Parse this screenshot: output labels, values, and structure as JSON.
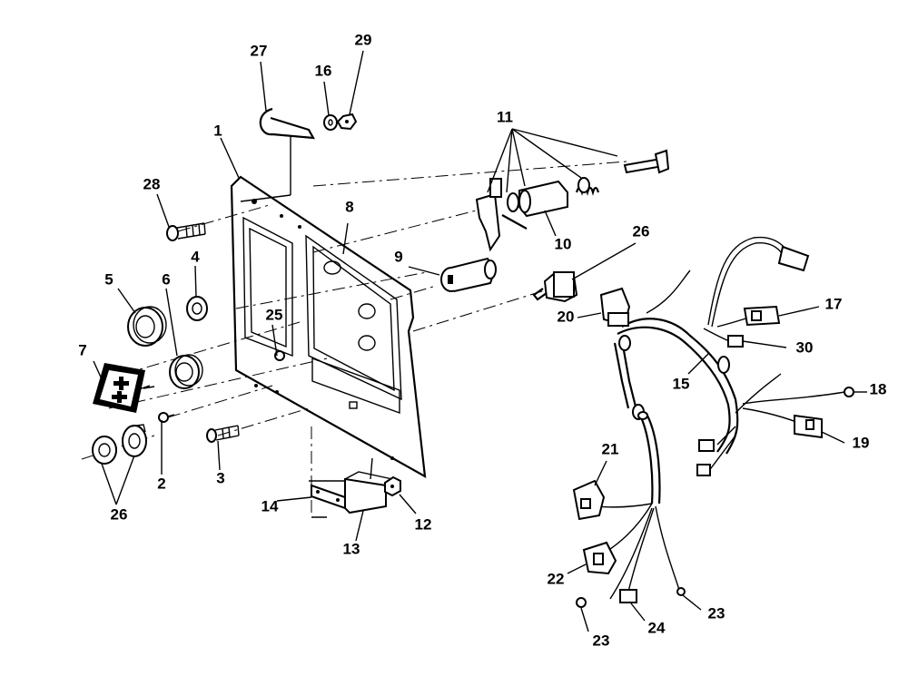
{
  "diagram": {
    "callouts": [
      {
        "id": "c1",
        "text": "1"
      },
      {
        "id": "c2",
        "text": "2"
      },
      {
        "id": "c3",
        "text": "3"
      },
      {
        "id": "c4",
        "text": "4"
      },
      {
        "id": "c5",
        "text": "5"
      },
      {
        "id": "c6",
        "text": "6"
      },
      {
        "id": "c7",
        "text": "7"
      },
      {
        "id": "c8",
        "text": "8"
      },
      {
        "id": "c9",
        "text": "9"
      },
      {
        "id": "c10",
        "text": "10"
      },
      {
        "id": "c11",
        "text": "11"
      },
      {
        "id": "c12",
        "text": "12"
      },
      {
        "id": "c13",
        "text": "13"
      },
      {
        "id": "c14",
        "text": "14"
      },
      {
        "id": "c15",
        "text": "15"
      },
      {
        "id": "c16",
        "text": "16"
      },
      {
        "id": "c17",
        "text": "17"
      },
      {
        "id": "c18",
        "text": "18"
      },
      {
        "id": "c19",
        "text": "19"
      },
      {
        "id": "c20",
        "text": "20"
      },
      {
        "id": "c21",
        "text": "21"
      },
      {
        "id": "c22",
        "text": "22"
      },
      {
        "id": "c23a",
        "text": "23"
      },
      {
        "id": "c23b",
        "text": "23"
      },
      {
        "id": "c24",
        "text": "24"
      },
      {
        "id": "c25",
        "text": "25"
      },
      {
        "id": "c26a",
        "text": "26"
      },
      {
        "id": "c26b",
        "text": "26"
      },
      {
        "id": "c27",
        "text": "27"
      },
      {
        "id": "c28",
        "text": "28"
      },
      {
        "id": "c29",
        "text": "29"
      },
      {
        "id": "c30",
        "text": "30"
      }
    ]
  }
}
